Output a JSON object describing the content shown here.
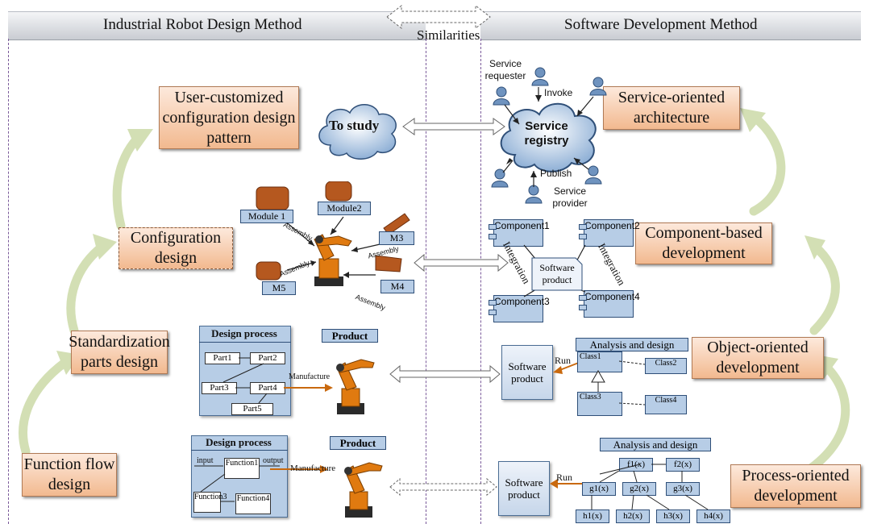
{
  "header": {
    "left_title": "Industrial Robot Design Method",
    "center_title": "Similarities",
    "right_title": "Software Development Method"
  },
  "left_stages": {
    "function_flow": "Function flow design",
    "standardization": "Standardization parts design",
    "configuration": "Configuration design",
    "user_customized": "User-customized configuration design pattern"
  },
  "right_stages": {
    "process_oriented": "Process-oriented development",
    "object_oriented": "Object-oriented development",
    "component_based": "Component-based development",
    "service_oriented": "Service-oriented architecture"
  },
  "service": {
    "cloud_left": "To study",
    "cloud_right": "Service registry",
    "requester": "Service requester",
    "invoke": "Invoke",
    "publish": "Publish",
    "provider": "Service provider"
  },
  "configuration": {
    "module1": "Module 1",
    "module2": "Module2",
    "m3": "M3",
    "m4": "M4",
    "m5": "M5",
    "assembly": "Assembly"
  },
  "component": {
    "comp1": "Component1",
    "comp2": "Component2",
    "comp3": "Component3",
    "comp4": "Component4",
    "integration_left": "Integration",
    "integration_right": "Integration",
    "software_product": "Software product"
  },
  "object": {
    "design_process": "Design process",
    "product": "Product",
    "part1": "Part1",
    "part2": "Part2",
    "part3": "Part3",
    "part4": "Part4",
    "part5": "Part5",
    "manufacture": "Manufacture",
    "run": "Run",
    "software_product": "Software product",
    "analysis_design": "Analysis and design",
    "class1": "Class1",
    "class2": "Class2",
    "class3": "Class3",
    "class4": "Class4"
  },
  "process": {
    "design_process": "Design process",
    "product": "Product",
    "input": "input",
    "output": "output",
    "function1": "Function1",
    "function3": "Function3",
    "function4": "Function4",
    "manufacture": "Manufacture",
    "run": "Run",
    "software_product": "Software product",
    "analysis_design": "Analysis and design",
    "f1": "f1(x)",
    "f2": "f2(x)",
    "g1": "g1(x)",
    "g2": "g2(x)",
    "g3": "g3(x)",
    "h1": "h1(x)",
    "h2": "h2(x)",
    "h3": "h3(x)",
    "h4": "h4(x)"
  },
  "colors": {
    "stage_fill": "#f2b98f",
    "module_fill": "#b7cde6",
    "growth_arrow": "#d3dfb4",
    "robot_orange": "#e07a10",
    "run_arrow": "#c9690e"
  }
}
